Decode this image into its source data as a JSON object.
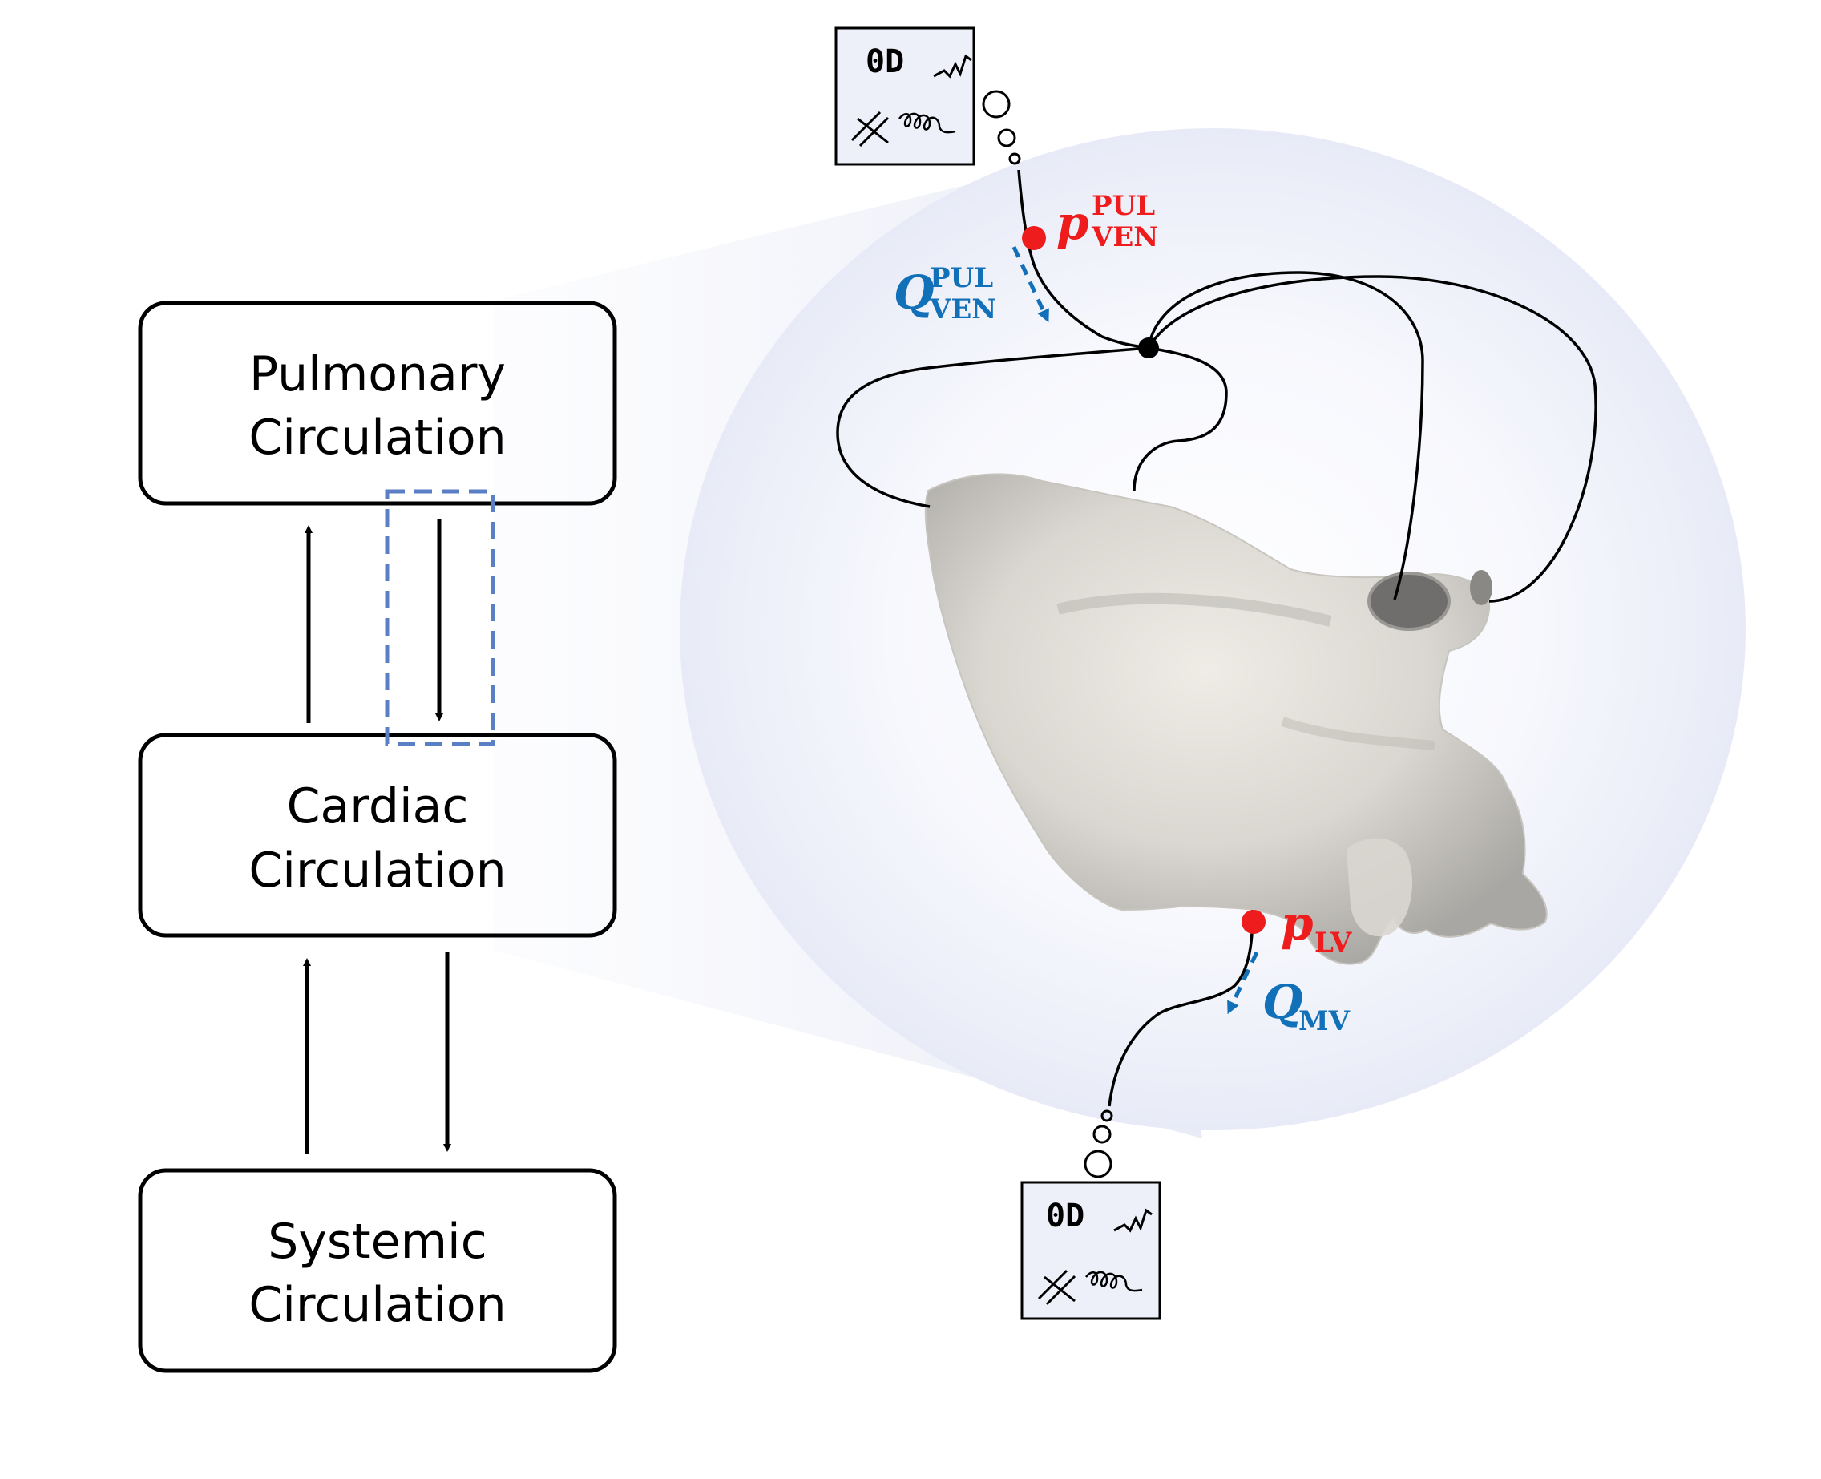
{
  "boxes": {
    "pulmonary": [
      "Pulmonary",
      "Circulation"
    ],
    "cardiac": [
      "Cardiac",
      "Circulation"
    ],
    "systemic": [
      "Systemic",
      "Circulation"
    ]
  },
  "zero_d_label": "0D",
  "labels": {
    "p_ven": {
      "sym": "p",
      "sup": "PUL",
      "sub": "VEN"
    },
    "q_ven": {
      "sym": "Q",
      "sup": "PUL",
      "sub": "VEN"
    },
    "p_lv": {
      "sym": "p",
      "sub": "LV"
    },
    "q_mv": {
      "sym": "Q",
      "sub": "MV"
    }
  },
  "colors": {
    "pressure": "#ee1c1c",
    "flow": "#1170b8",
    "highlight": "#5b7fc4",
    "zoom_bg": "#eef0f9"
  }
}
